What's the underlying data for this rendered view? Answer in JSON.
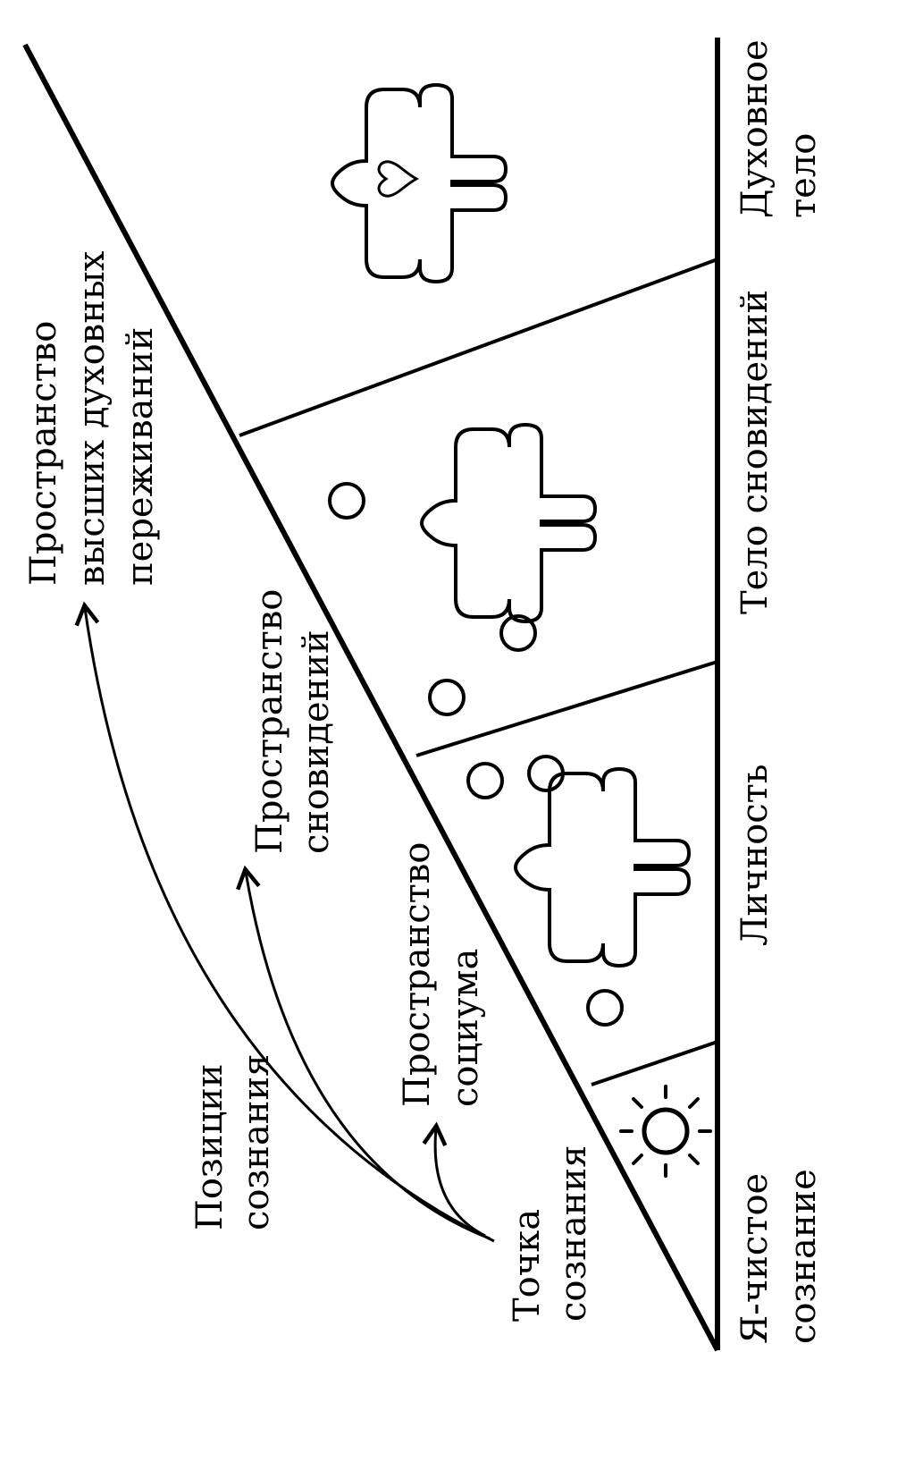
{
  "labels": {
    "space_higher": [
      "Пространство",
      "высших духовных",
      "переживаний"
    ],
    "space_dreams": [
      "Пространство",
      "сновидений"
    ],
    "space_society": [
      "Пространство",
      "социума"
    ],
    "positions": [
      "Позиции",
      "сознания"
    ],
    "point": [
      "Точка",
      "сознания"
    ],
    "self_pure": [
      "Я-чистое",
      "сознание"
    ],
    "personality": "Личность",
    "dream_body": "Тело сновидений",
    "spirit_body": [
      "Духовное",
      "тело"
    ]
  },
  "icons": [
    "sun-icon",
    "person-icon",
    "person-icon",
    "person-heart-icon",
    "circle-icon"
  ],
  "colors": {
    "ink": "#000000",
    "background": "#ffffff"
  }
}
